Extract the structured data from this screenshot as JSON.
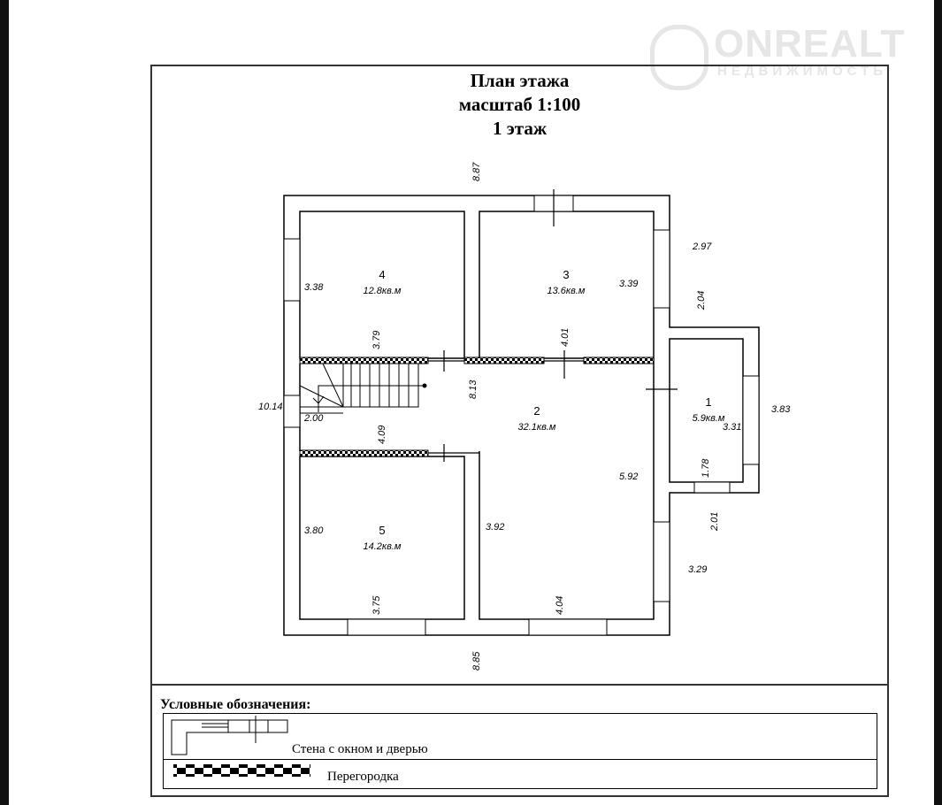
{
  "watermark": {
    "brand": "ONREALT",
    "sub": "НЕДВИЖИМОСТЬ"
  },
  "title": {
    "line1": "План этажа",
    "line2": "масштаб 1:100",
    "line3": "1 этаж"
  },
  "rooms": [
    {
      "number": "1",
      "area": "5.9кв.м"
    },
    {
      "number": "2",
      "area": "32.1кв.м"
    },
    {
      "number": "3",
      "area": "13.6кв.м"
    },
    {
      "number": "4",
      "area": "12.8кв.м"
    },
    {
      "number": "5",
      "area": "14.2кв.м"
    }
  ],
  "dimensions": {
    "top": "8.87",
    "bottom": "8.85",
    "left": "10.14",
    "r4_h": "3.38",
    "r4_w": "3.79",
    "r3_h": "3.39",
    "r3_w": "4.01",
    "right_top": "2.97",
    "annex_gap": "2.04",
    "annex_outer": "3.83",
    "r1_h": "3.31",
    "r1_w": "1.78",
    "annex_low": "2.01",
    "stair": "2.00",
    "hall_w": "4.09",
    "hall_h": "8.13",
    "r2_h": "5.92",
    "r2_left": "3.92",
    "r2_w": "4.04",
    "right_bottom": "3.29",
    "r5_h": "3.80",
    "r5_w": "3.75"
  },
  "legend": {
    "title": "Условные обозначения:",
    "wall": "Стена с окном и дверью",
    "partition": "Перегородка"
  }
}
